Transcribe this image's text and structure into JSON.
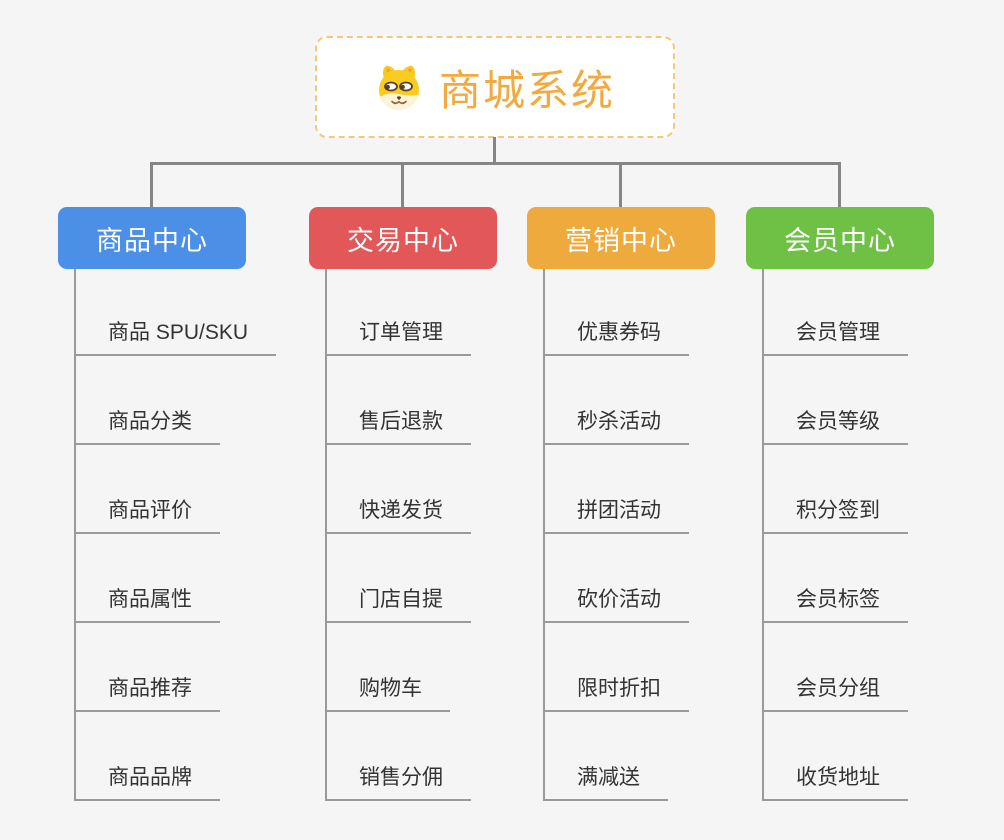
{
  "page": {
    "background": "#f5f5f5"
  },
  "root": {
    "title": "商城系统",
    "icon": "shiba-dog-icon",
    "text_color": "#f2a93e",
    "border_color": "#f3c77c",
    "background": "#ffffff"
  },
  "branches": [
    {
      "label": "商品中心",
      "color": "#4b8fe7",
      "items": [
        "商品 SPU/SKU",
        "商品分类",
        "商品评价",
        "商品属性",
        "商品推荐",
        "商品品牌"
      ]
    },
    {
      "label": "交易中心",
      "color": "#e25858",
      "items": [
        "订单管理",
        "售后退款",
        "快递发货",
        "门店自提",
        "购物车",
        "销售分佣"
      ]
    },
    {
      "label": "营销中心",
      "color": "#eeaa3c",
      "items": [
        "优惠券码",
        "秒杀活动",
        "拼团活动",
        "砍价活动",
        "限时折扣",
        "满减送"
      ]
    },
    {
      "label": "会员中心",
      "color": "#6fc146",
      "items": [
        "会员管理",
        "会员等级",
        "积分签到",
        "会员标签",
        "会员分组",
        "收货地址"
      ]
    }
  ],
  "lines": {
    "connector_color": "#858585",
    "underline_color": "#9a9a9a"
  }
}
